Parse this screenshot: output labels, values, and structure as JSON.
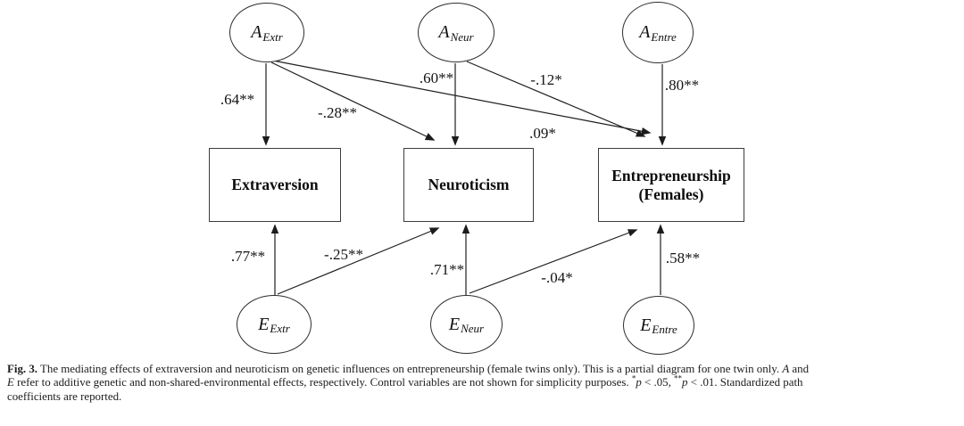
{
  "figure": {
    "nodes": {
      "a_extr": {
        "main": "A",
        "sub": "Extr"
      },
      "a_neur": {
        "main": "A",
        "sub": "Neur"
      },
      "a_entre": {
        "main": "A",
        "sub": "Entre"
      },
      "e_extr": {
        "main": "E",
        "sub": "Extr"
      },
      "e_neur": {
        "main": "E",
        "sub": "Neur"
      },
      "e_entre": {
        "main": "E",
        "sub": "Entre"
      }
    },
    "boxes": {
      "extraversion": {
        "line1": "Extraversion"
      },
      "neuroticism": {
        "line1": "Neuroticism"
      },
      "entrepreneurship": {
        "line1": "Entrepreneurship",
        "line2": "(Females)"
      }
    },
    "paths": {
      "a_extr_extraversion": {
        "from": "A_Extr",
        "to": "Extraversion",
        "label": ".64**"
      },
      "a_extr_neuroticism": {
        "from": "A_Extr",
        "to": "Neuroticism",
        "label": "-.28**"
      },
      "a_extr_entrepreneurship": {
        "from": "A_Extr",
        "to": "Entrepreneurship",
        "label": ".09*"
      },
      "a_neur_neuroticism": {
        "from": "A_Neur",
        "to": "Neuroticism",
        "label": ".60**"
      },
      "a_neur_entrepreneurship": {
        "from": "A_Neur",
        "to": "Entrepreneurship",
        "label": "-.12*"
      },
      "a_entre_entrepreneurship": {
        "from": "A_Entre",
        "to": "Entrepreneurship",
        "label": ".80**"
      },
      "e_extr_extraversion": {
        "from": "E_Extr",
        "to": "Extraversion",
        "label": ".77**"
      },
      "e_extr_neuroticism": {
        "from": "E_Extr",
        "to": "Neuroticism",
        "label": "-.25**"
      },
      "e_neur_neuroticism": {
        "from": "E_Neur",
        "to": "Neuroticism",
        "label": ".71**"
      },
      "e_neur_entrepreneurship": {
        "from": "E_Neur",
        "to": "Entrepreneurship",
        "label": "-.04*"
      },
      "e_entre_entrepreneurship": {
        "from": "E_Entre",
        "to": "Entrepreneurship",
        "label": ".58**"
      }
    },
    "colors": {
      "line": "#1f1f1f",
      "text": "#141414",
      "caption": "#1c1c1c"
    }
  },
  "caption": {
    "lines": [
      [
        {
          "t": "Fig. 3.",
          "s": "b"
        },
        {
          "t": " The mediating effects of extraversion and neuroticism on genetic influences on entrepreneurship (female twins only). This is a partial diagram for one twin only. ",
          "s": "n"
        },
        {
          "t": "A",
          "s": "i"
        },
        {
          "t": " and",
          "s": "n"
        }
      ],
      [
        {
          "t": "E",
          "s": "i"
        },
        {
          "t": " refer to additive genetic and non-shared-environmental effects, respectively. Control variables are not shown for simplicity purposes. ",
          "s": "n"
        },
        {
          "t": "*",
          "s": "sup"
        },
        {
          "t": "p",
          "s": "i"
        },
        {
          "t": " < .05, ",
          "s": "n"
        },
        {
          "t": "**",
          "s": "sup"
        },
        {
          "t": "p",
          "s": "i"
        },
        {
          "t": " < .01. Standardized path",
          "s": "n"
        }
      ],
      [
        {
          "t": "coefficients are reported.",
          "s": "n"
        }
      ]
    ]
  }
}
